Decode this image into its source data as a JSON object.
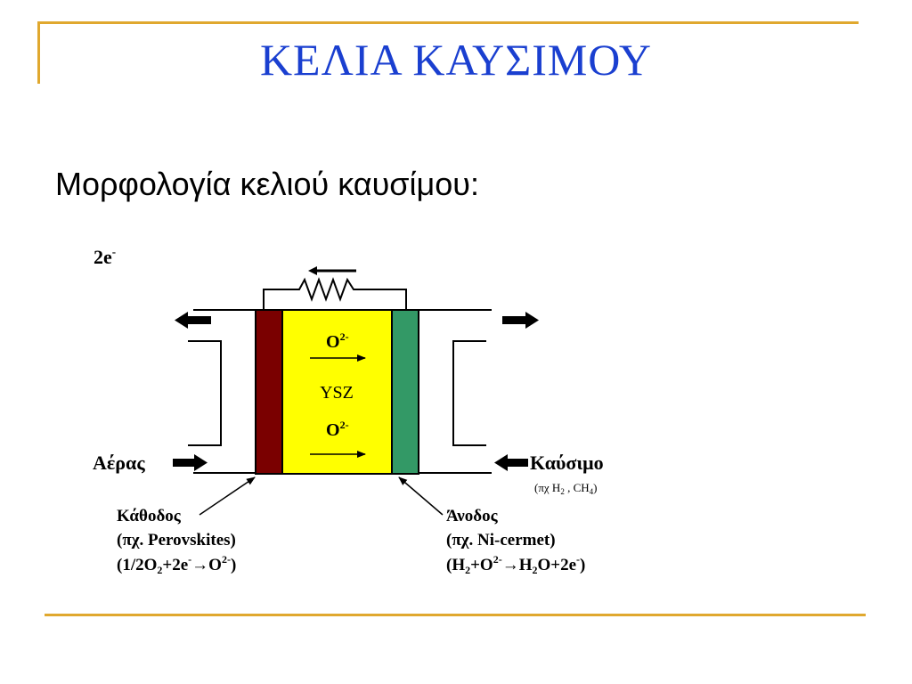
{
  "header": {
    "title": "ΚΕΛΙΑ ΚΑΥΣΙΜΟΥ",
    "subtitle": "Μορφολογία κελιού καυσίμου:"
  },
  "diagram": {
    "electron_label": {
      "base": "2e",
      "sup": "-"
    },
    "electrolyte": "YSZ",
    "ion_top": {
      "base": "O",
      "sup": "2-"
    },
    "ion_bottom": {
      "base": "O",
      "sup": "2-"
    },
    "air_label": "Αέρας",
    "fuel_label": "Καύσιμο",
    "fuel_example": {
      "p1": "(πχ H",
      "s1": "2",
      "p2": " ,  CH",
      "s2": "4",
      "p3": ")"
    },
    "cathode": {
      "name": "Κάθοδος",
      "material": "(πχ. Perovskites)",
      "reaction": {
        "t1": "(1/2O",
        "s1": "2",
        "t2": "+2e",
        "u1": "-",
        "arrow": "→",
        "t3": "O",
        "u2": "2-",
        "t4": ")"
      }
    },
    "anode": {
      "name": "Άνοδος",
      "material": "(πχ. Ni-cermet)",
      "reaction": {
        "t1": "(H",
        "s1": "2",
        "t2": "+O",
        "u1": "2-",
        "arrow": "→",
        "t3": "H",
        "s2": "2",
        "t4": "O+2e",
        "u2": "-",
        "t5": ")"
      }
    },
    "colors": {
      "cathode": "#7a0000",
      "electrolyte": "#ffff00",
      "anode": "#339966",
      "title": "#1a3fd0",
      "frame": "#e0a82e"
    }
  }
}
